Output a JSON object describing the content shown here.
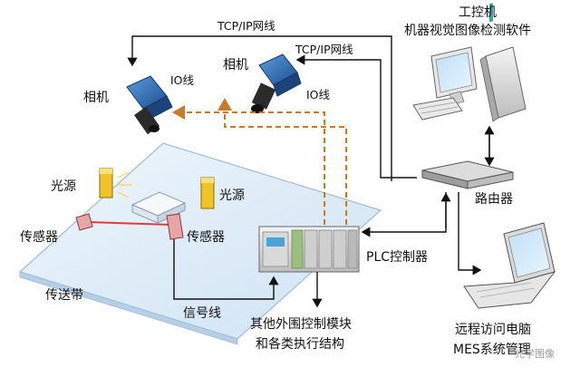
{
  "labels": {
    "tcp_ip_left": "TCP/IP网线",
    "tcp_ip_right": "TCP/IP网线",
    "io_left": "IO线",
    "io_right": "IO线",
    "camera_left": "相机",
    "camera_right": "相机",
    "industrial_pc_line1": "工控机",
    "industrial_pc_line2": "机器视觉图像检测软件",
    "light_left": "光源",
    "light_right": "光源",
    "sensor_left": "传感器",
    "sensor_right": "传感器",
    "conveyor": "传送带",
    "router": "路由器",
    "plc": "PLC控制器",
    "signal_line": "信号线",
    "peripheral_line1": "其他外围控制模块",
    "peripheral_line2": "和各类执行结构",
    "remote_pc_line1": "远程访问电脑",
    "remote_pc_line2": "MES系统管理"
  },
  "watermark": "光学图像",
  "colors": {
    "line": "#111111",
    "io_dashed": "#c87a28",
    "conveyor_fill": "#d7e8f6",
    "sensor_fill": "#e7a6a6",
    "light_fill": "#f2c22a",
    "camera_fill": "#2f6fb8",
    "laser": "#e23a3a"
  }
}
